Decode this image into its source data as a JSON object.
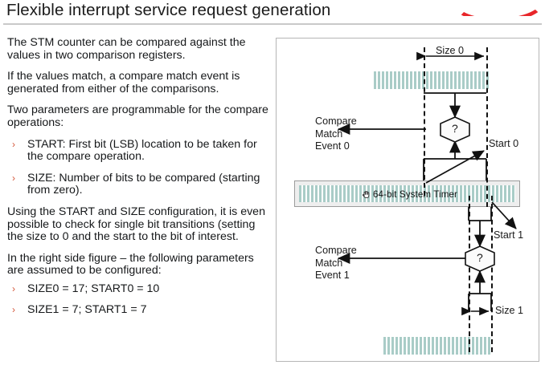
{
  "slide": {
    "title": "Flexible interrupt service request generation",
    "brand_mark": "red-arc-logo"
  },
  "left_content": {
    "paragraphs": [
      "The STM counter can be compared against the values in two comparison registers.",
      "If the values match, a compare match event is generated from either of the comparisons.",
      "Two parameters are programmable for the compare operations:"
    ],
    "bullets_params": [
      "START: First bit (LSB) location to be taken for the compare operation.",
      "SIZE: Number of bits to be compared (starting from zero)."
    ],
    "paragraph_using": "Using the START and SIZE configuration, it is even possible to check for single bit transitions (setting the size to 0 and the start to the bit of interest.",
    "paragraph_figure": "In the right side figure – the following parameters are assumed to be configured:",
    "bullets_config": [
      "SIZE0 = 17;  START0 = 10",
      "SIZE1 = 7;  START1 = 7"
    ],
    "bullet_marker": "›"
  },
  "figure": {
    "timer_label": "64-bit System Timer",
    "timer_cursor_icon": "grab-hand-cursor-icon",
    "size0_label": "Size 0",
    "size1_label": "Size 1",
    "start0_label": "Start 0",
    "start1_label": "Start 1",
    "compare_match_event_0": [
      "Compare",
      "Match",
      "Event 0"
    ],
    "compare_match_event_1": [
      "Compare",
      "Match",
      "Event 1"
    ],
    "comparator_symbol": "?",
    "colors": {
      "stripe": "#a9ccc7",
      "line": "#111111",
      "timer_box_fill": "#eeeeee",
      "timer_box_border": "#9b9b9b",
      "panel_border": "#b6b6b6",
      "bullet_marker": "#d4573a",
      "brand_red": "#e8262a",
      "title_rule": "#c9c9c9"
    }
  }
}
